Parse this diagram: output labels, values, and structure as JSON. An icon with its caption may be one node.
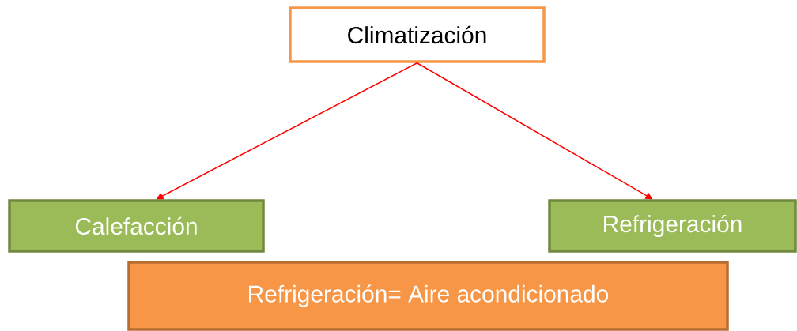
{
  "diagram": {
    "nodes": [
      {
        "text": [
          "Climatización"
        ]
      },
      {
        "text": [
          "Calefacción"
        ]
      },
      {
        "text": [
          "Refrigeración"
        ]
      },
      {
        "text": [
          "Refrigeración= Aire acondicionado"
        ]
      }
    ],
    "edges": [
      {
        "from": 0,
        "to": 1,
        "arrow": "to"
      },
      {
        "from": 0,
        "to": 2,
        "arrow": "to"
      }
    ]
  }
}
